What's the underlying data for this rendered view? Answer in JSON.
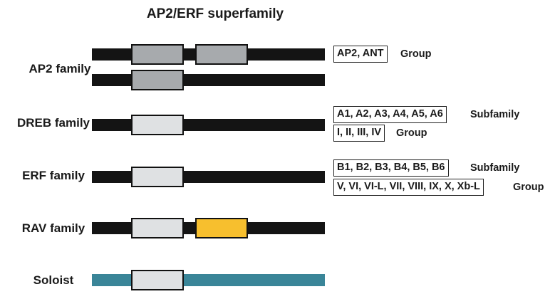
{
  "title": "AP2/ERF superfamily",
  "colors": {
    "bar_dark": "#141414",
    "bar_soloist": "#3a8598",
    "domain_ap2": "#a7aaad",
    "domain_light": "#dfe1e3",
    "domain_b3": "#f7bf2e"
  },
  "families": [
    {
      "label": "AP2 family"
    },
    {
      "label": "DREB family"
    },
    {
      "label": "ERF family"
    },
    {
      "label": "RAV family"
    },
    {
      "label": "Soloist"
    }
  ],
  "classifications": [
    {
      "groups": "AP2, ANT",
      "kind": "Group"
    },
    {
      "groups": "A1, A2, A3, A4, A5, A6",
      "kind": "Subfamily"
    },
    {
      "groups": "I, II, III, IV",
      "kind": "Group"
    },
    {
      "groups": "B1, B2, B3, B4, B5, B6",
      "kind": "Subfamily"
    },
    {
      "groups": "V, VI, VI-L, VII, VIII, IX, X, Xb-L",
      "kind": "Group"
    }
  ]
}
